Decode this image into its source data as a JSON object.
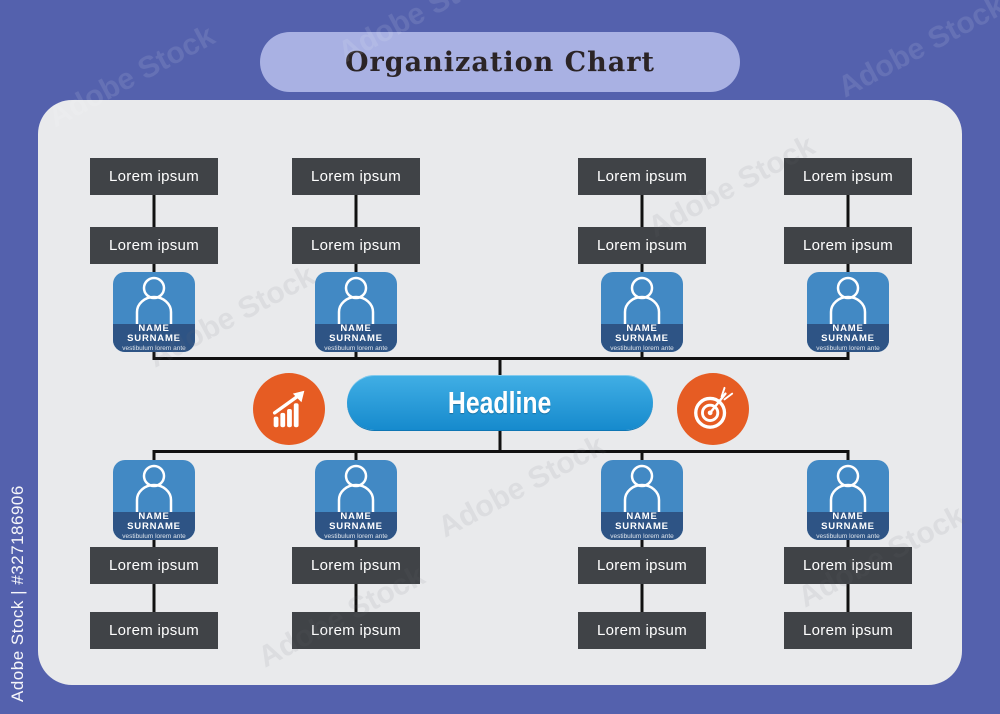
{
  "page": {
    "title": "Organization Chart"
  },
  "watermarks": {
    "side": "Adobe Stock | #327186906",
    "diagonal": "Adobe Stock"
  },
  "colors": {
    "background": "#5461ad",
    "title_pill": "#a9b1e3",
    "panel": "#e9eaec",
    "label_box": "#404347",
    "connector_line": "#111111",
    "card_blue": "#4289c4",
    "card_band": "#2e5485",
    "headline_top": "#41afe5",
    "headline_bottom": "#168acd",
    "accent_orange": "#e65c23"
  },
  "headline": {
    "label": "Headline"
  },
  "icons": {
    "left": "growth-chart-icon",
    "right": "target-icon",
    "card": "person-icon"
  },
  "top_columns": [
    {
      "boxes": [
        "Lorem ipsum",
        "Lorem ipsum"
      ],
      "card": {
        "name": "NAME SURNAME",
        "subtitle": "vestibulum lorem ante"
      }
    },
    {
      "boxes": [
        "Lorem ipsum",
        "Lorem ipsum"
      ],
      "card": {
        "name": "NAME SURNAME",
        "subtitle": "vestibulum lorem ante"
      }
    },
    {
      "boxes": [
        "Lorem ipsum",
        "Lorem ipsum"
      ],
      "card": {
        "name": "NAME SURNAME",
        "subtitle": "vestibulum lorem ante"
      }
    },
    {
      "boxes": [
        "Lorem ipsum",
        "Lorem ipsum"
      ],
      "card": {
        "name": "NAME SURNAME",
        "subtitle": "vestibulum lorem ante"
      }
    }
  ],
  "bottom_columns": [
    {
      "card": {
        "name": "NAME SURNAME",
        "subtitle": "vestibulum lorem ante"
      },
      "boxes": [
        "Lorem ipsum",
        "Lorem ipsum"
      ]
    },
    {
      "card": {
        "name": "NAME SURNAME",
        "subtitle": "vestibulum lorem ante"
      },
      "boxes": [
        "Lorem ipsum",
        "Lorem ipsum"
      ]
    },
    {
      "card": {
        "name": "NAME SURNAME",
        "subtitle": "vestibulum lorem ante"
      },
      "boxes": [
        "Lorem ipsum",
        "Lorem ipsum"
      ]
    },
    {
      "card": {
        "name": "NAME SURNAME",
        "subtitle": "vestibulum lorem ante"
      },
      "boxes": [
        "Lorem ipsum",
        "Lorem ipsum"
      ]
    }
  ]
}
